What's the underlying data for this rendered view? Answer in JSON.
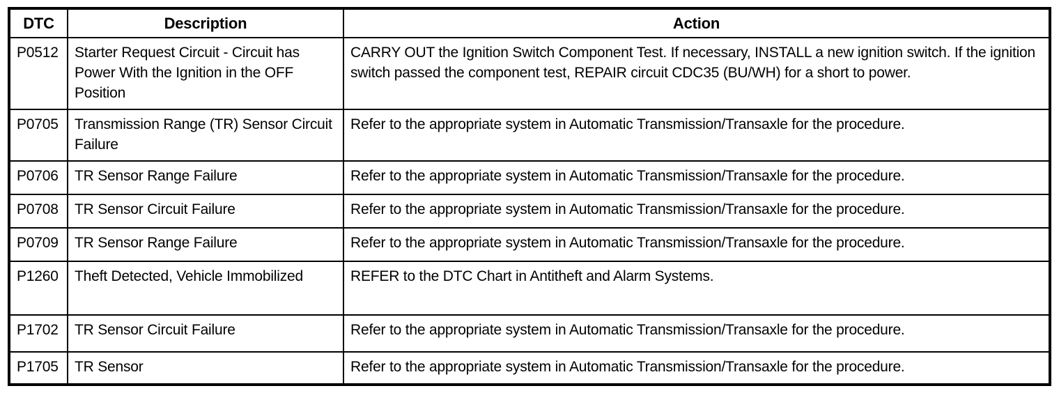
{
  "table": {
    "headers": [
      "DTC",
      "Description",
      "Action"
    ],
    "rows": [
      {
        "dtc": "P0512",
        "description": "Starter Request Circuit - Circuit has Power With the Ignition in the OFF Position",
        "action": "CARRY OUT the Ignition Switch Component Test. If necessary, INSTALL a new ignition switch. If the ignition switch passed the component test, REPAIR circuit CDC35 (BU/WH) for a short to power."
      },
      {
        "dtc": "P0705",
        "description": "Transmission Range (TR) Sensor Circuit Failure",
        "action": "Refer to the appropriate system in Automatic Transmission/Transaxle for the procedure."
      },
      {
        "dtc": "P0706",
        "description": "TR Sensor Range Failure",
        "action": "Refer to the appropriate system in Automatic Transmission/Transaxle for the procedure."
      },
      {
        "dtc": "P0708",
        "description": "TR Sensor Circuit Failure",
        "action": "Refer to the appropriate system in Automatic Transmission/Transaxle for the procedure."
      },
      {
        "dtc": "P0709",
        "description": "TR Sensor Range Failure",
        "action": "Refer to the appropriate system in Automatic Transmission/Transaxle for the procedure."
      },
      {
        "dtc": "P1260",
        "description": "Theft Detected, Vehicle Immobilized",
        "action": "REFER to the DTC Chart in Antitheft and Alarm Systems."
      },
      {
        "dtc": "P1702",
        "description": "TR Sensor Circuit Failure",
        "action": "Refer to the appropriate system in Automatic Transmission/Transaxle for the procedure."
      },
      {
        "dtc": "P1705",
        "description": "TR Sensor",
        "action": "Refer to the appropriate system in Automatic Transmission/Transaxle for the procedure."
      }
    ],
    "colors": {
      "border": "#000000",
      "background": "#ffffff",
      "text": "#000000"
    }
  }
}
